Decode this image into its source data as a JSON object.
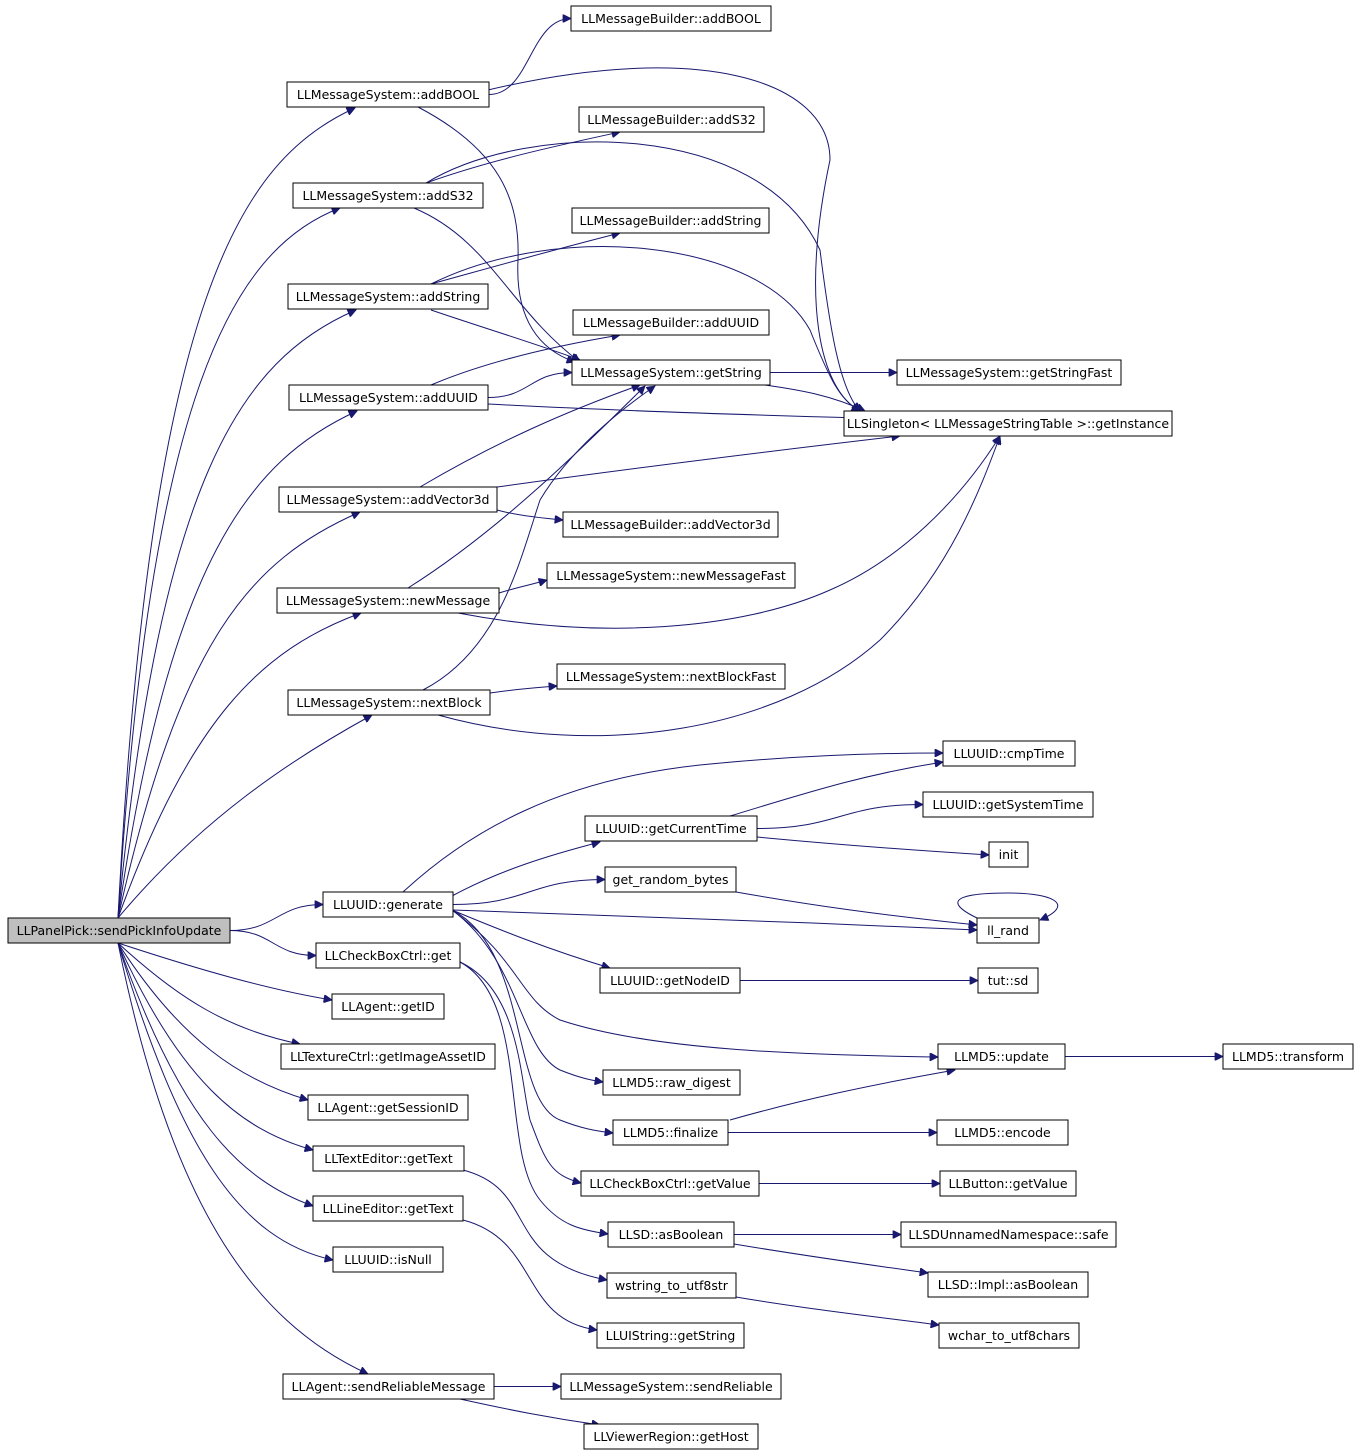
{
  "nodes": [
    {
      "id": "root",
      "label": "LLPanelPick::sendPickInfoUpdate",
      "kind": "root"
    },
    {
      "id": "ms_addBOOL",
      "label": "LLMessageSystem::addBOOL",
      "kind": "normal"
    },
    {
      "id": "mb_addBOOL",
      "label": "LLMessageBuilder::addBOOL",
      "kind": "normal"
    },
    {
      "id": "mb_addS32",
      "label": "LLMessageBuilder::addS32",
      "kind": "normal"
    },
    {
      "id": "ms_addS32",
      "label": "LLMessageSystem::addS32",
      "kind": "normal"
    },
    {
      "id": "mb_addString",
      "label": "LLMessageBuilder::addString",
      "kind": "normal"
    },
    {
      "id": "ms_addString",
      "label": "LLMessageSystem::addString",
      "kind": "normal"
    },
    {
      "id": "mb_addUUID",
      "label": "LLMessageBuilder::addUUID",
      "kind": "normal"
    },
    {
      "id": "ms_getString",
      "label": "LLMessageSystem::getString",
      "kind": "normal"
    },
    {
      "id": "ms_getStringFast",
      "label": "LLMessageSystem::getStringFast",
      "kind": "truncated"
    },
    {
      "id": "ms_addUUID",
      "label": "LLMessageSystem::addUUID",
      "kind": "normal"
    },
    {
      "id": "singleton",
      "label": "LLSingleton< LLMessageStringTable >::getInstance",
      "kind": "normal"
    },
    {
      "id": "ms_addVector3d",
      "label": "LLMessageSystem::addVector3d",
      "kind": "normal"
    },
    {
      "id": "mb_addVector3d",
      "label": "LLMessageBuilder::addVector3d",
      "kind": "normal"
    },
    {
      "id": "ms_newMessageFast",
      "label": "LLMessageSystem::newMessageFast",
      "kind": "truncated"
    },
    {
      "id": "ms_newMessage",
      "label": "LLMessageSystem::newMessage",
      "kind": "normal"
    },
    {
      "id": "ms_nextBlockFast",
      "label": "LLMessageSystem::nextBlockFast",
      "kind": "truncated"
    },
    {
      "id": "ms_nextBlock",
      "label": "LLMessageSystem::nextBlock",
      "kind": "normal"
    },
    {
      "id": "uuid_cmpTime",
      "label": "LLUUID::cmpTime",
      "kind": "normal"
    },
    {
      "id": "uuid_getSystemTime",
      "label": "LLUUID::getSystemTime",
      "kind": "normal"
    },
    {
      "id": "uuid_getCurrentTime",
      "label": "LLUUID::getCurrentTime",
      "kind": "normal"
    },
    {
      "id": "init",
      "label": "init",
      "kind": "truncated"
    },
    {
      "id": "get_random_bytes",
      "label": "get_random_bytes",
      "kind": "normal"
    },
    {
      "id": "uuid_generate",
      "label": "LLUUID::generate",
      "kind": "normal"
    },
    {
      "id": "ll_rand",
      "label": "ll_rand",
      "kind": "normal"
    },
    {
      "id": "cb_get",
      "label": "LLCheckBoxCtrl::get",
      "kind": "normal"
    },
    {
      "id": "uuid_getNodeID",
      "label": "LLUUID::getNodeID",
      "kind": "normal"
    },
    {
      "id": "tut_sd",
      "label": "tut::sd",
      "kind": "normal"
    },
    {
      "id": "agent_getID",
      "label": "LLAgent::getID",
      "kind": "normal"
    },
    {
      "id": "tex_getImageAssetID",
      "label": "LLTextureCtrl::getImageAssetID",
      "kind": "normal"
    },
    {
      "id": "md5_update",
      "label": "LLMD5::update",
      "kind": "normal"
    },
    {
      "id": "md5_transform",
      "label": "LLMD5::transform",
      "kind": "normal"
    },
    {
      "id": "md5_raw_digest",
      "label": "LLMD5::raw_digest",
      "kind": "normal"
    },
    {
      "id": "agent_getSessionID",
      "label": "LLAgent::getSessionID",
      "kind": "normal"
    },
    {
      "id": "md5_finalize",
      "label": "LLMD5::finalize",
      "kind": "normal"
    },
    {
      "id": "md5_encode",
      "label": "LLMD5::encode",
      "kind": "normal"
    },
    {
      "id": "te_getText",
      "label": "LLTextEditor::getText",
      "kind": "normal"
    },
    {
      "id": "cb_getValue",
      "label": "LLCheckBoxCtrl::getValue",
      "kind": "normal"
    },
    {
      "id": "btn_getValue",
      "label": "LLButton::getValue",
      "kind": "normal"
    },
    {
      "id": "le_getText",
      "label": "LLLineEditor::getText",
      "kind": "normal"
    },
    {
      "id": "sd_asBoolean",
      "label": "LLSD::asBoolean",
      "kind": "normal"
    },
    {
      "id": "sd_safe",
      "label": "LLSDUnnamedNamespace::safe",
      "kind": "truncated"
    },
    {
      "id": "uuid_isNull",
      "label": "LLUUID::isNull",
      "kind": "normal"
    },
    {
      "id": "sdimpl_asBoolean",
      "label": "LLSD::Impl::asBoolean",
      "kind": "normal"
    },
    {
      "id": "wstring_to_utf8str",
      "label": "wstring_to_utf8str",
      "kind": "normal"
    },
    {
      "id": "uistring_getString",
      "label": "LLUIString::getString",
      "kind": "normal"
    },
    {
      "id": "wchar_to_utf8chars",
      "label": "wchar_to_utf8chars",
      "kind": "normal"
    },
    {
      "id": "agent_sendReliable",
      "label": "LLAgent::sendReliableMessage",
      "kind": "normal"
    },
    {
      "id": "ms_sendReliable",
      "label": "LLMessageSystem::sendReliable",
      "kind": "normal"
    },
    {
      "id": "vr_getHost",
      "label": "LLViewerRegion::getHost",
      "kind": "normal"
    }
  ],
  "edges": [
    [
      "root",
      "ms_addBOOL"
    ],
    [
      "root",
      "ms_addS32"
    ],
    [
      "root",
      "ms_addString"
    ],
    [
      "root",
      "ms_addUUID"
    ],
    [
      "root",
      "ms_addVector3d"
    ],
    [
      "root",
      "ms_newMessage"
    ],
    [
      "root",
      "ms_nextBlock"
    ],
    [
      "root",
      "uuid_generate"
    ],
    [
      "root",
      "cb_get"
    ],
    [
      "root",
      "agent_getID"
    ],
    [
      "root",
      "tex_getImageAssetID"
    ],
    [
      "root",
      "agent_getSessionID"
    ],
    [
      "root",
      "te_getText"
    ],
    [
      "root",
      "le_getText"
    ],
    [
      "root",
      "uuid_isNull"
    ],
    [
      "root",
      "agent_sendReliable"
    ],
    [
      "ms_addBOOL",
      "mb_addBOOL"
    ],
    [
      "ms_addBOOL",
      "singleton"
    ],
    [
      "ms_addBOOL",
      "ms_getString"
    ],
    [
      "ms_addS32",
      "mb_addS32"
    ],
    [
      "ms_addS32",
      "singleton"
    ],
    [
      "ms_addS32",
      "ms_getString"
    ],
    [
      "ms_addString",
      "mb_addString"
    ],
    [
      "ms_addString",
      "singleton"
    ],
    [
      "ms_addString",
      "ms_getString"
    ],
    [
      "ms_addUUID",
      "mb_addUUID"
    ],
    [
      "ms_addUUID",
      "ms_getString"
    ],
    [
      "ms_addUUID",
      "singleton"
    ],
    [
      "ms_addVector3d",
      "ms_getString"
    ],
    [
      "ms_addVector3d",
      "singleton"
    ],
    [
      "ms_addVector3d",
      "mb_addVector3d"
    ],
    [
      "ms_newMessage",
      "ms_getString"
    ],
    [
      "ms_newMessage",
      "ms_newMessageFast"
    ],
    [
      "ms_newMessage",
      "singleton"
    ],
    [
      "ms_nextBlock",
      "ms_getString"
    ],
    [
      "ms_nextBlock",
      "ms_nextBlockFast"
    ],
    [
      "ms_nextBlock",
      "singleton"
    ],
    [
      "ms_getString",
      "ms_getStringFast"
    ],
    [
      "ms_getString",
      "singleton"
    ],
    [
      "uuid_generate",
      "uuid_cmpTime"
    ],
    [
      "uuid_generate",
      "uuid_getCurrentTime"
    ],
    [
      "uuid_generate",
      "get_random_bytes"
    ],
    [
      "uuid_generate",
      "ll_rand"
    ],
    [
      "uuid_generate",
      "uuid_getNodeID"
    ],
    [
      "uuid_generate",
      "md5_update"
    ],
    [
      "uuid_generate",
      "md5_raw_digest"
    ],
    [
      "uuid_generate",
      "md5_finalize"
    ],
    [
      "uuid_getCurrentTime",
      "uuid_cmpTime"
    ],
    [
      "uuid_getCurrentTime",
      "uuid_getSystemTime"
    ],
    [
      "uuid_getCurrentTime",
      "init"
    ],
    [
      "get_random_bytes",
      "ll_rand"
    ],
    [
      "ll_rand",
      "ll_rand"
    ],
    [
      "uuid_getNodeID",
      "tut_sd"
    ],
    [
      "md5_update",
      "md5_transform"
    ],
    [
      "md5_finalize",
      "md5_update"
    ],
    [
      "md5_finalize",
      "md5_encode"
    ],
    [
      "cb_get",
      "cb_getValue"
    ],
    [
      "cb_get",
      "sd_asBoolean"
    ],
    [
      "cb_getValue",
      "btn_getValue"
    ],
    [
      "sd_asBoolean",
      "sd_safe"
    ],
    [
      "sd_asBoolean",
      "sdimpl_asBoolean"
    ],
    [
      "te_getText",
      "wstring_to_utf8str"
    ],
    [
      "le_getText",
      "uistring_getString"
    ],
    [
      "wstring_to_utf8str",
      "wchar_to_utf8chars"
    ],
    [
      "agent_sendReliable",
      "ms_sendReliable"
    ],
    [
      "agent_sendReliable",
      "vr_getHost"
    ]
  ],
  "colors": {
    "edge": "#191970",
    "node_fill": "#ffffff",
    "node_border": "#000000",
    "root_fill": "#bfbfbf",
    "truncated_border": "#ff0000"
  }
}
